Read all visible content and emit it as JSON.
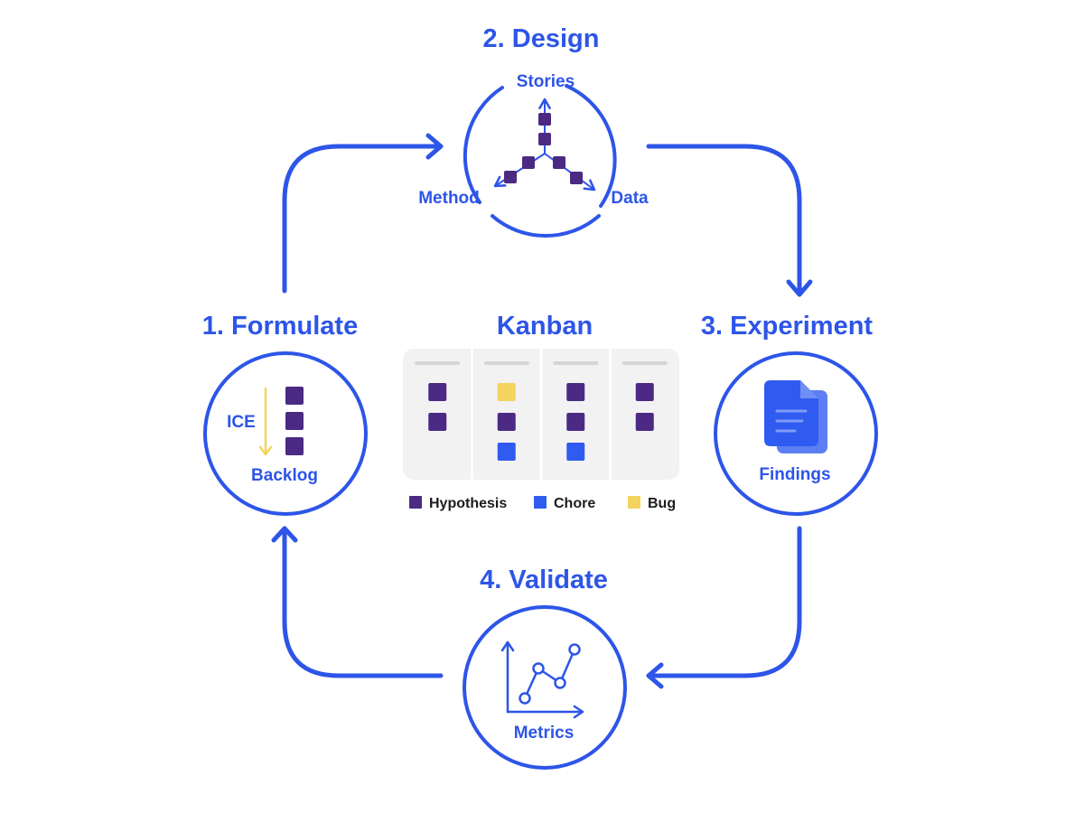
{
  "colors": {
    "blue": "#2d55e8",
    "purple": "#4b2a84",
    "chore": "#2f5bf0",
    "bug": "#f4d35e",
    "board_bg": "#f2f2f2",
    "header_line": "#d6d6d6",
    "text_dark": "#1c1c1c"
  },
  "stages": {
    "formulate": {
      "title": "1. Formulate",
      "ice_label": "ICE",
      "backlog_label": "Backlog"
    },
    "design": {
      "title": "2. Design",
      "stories_label": "Stories",
      "method_label": "Method",
      "data_label": "Data"
    },
    "experiment": {
      "title": "3. Experiment",
      "findings_label": "Findings",
      "icon": "document-stack-icon"
    },
    "validate": {
      "title": "4. Validate",
      "metrics_label": "Metrics",
      "icon": "line-chart-icon"
    }
  },
  "kanban": {
    "title": "Kanban",
    "columns": [
      {
        "cards": [
          "hypothesis",
          "hypothesis"
        ]
      },
      {
        "cards": [
          "bug",
          "hypothesis",
          "chore"
        ]
      },
      {
        "cards": [
          "hypothesis",
          "hypothesis",
          "chore"
        ]
      },
      {
        "cards": [
          "hypothesis",
          "hypothesis"
        ]
      }
    ],
    "legend": [
      {
        "type": "hypothesis",
        "label": "Hypothesis"
      },
      {
        "type": "chore",
        "label": "Chore"
      },
      {
        "type": "bug",
        "label": "Bug"
      }
    ]
  }
}
